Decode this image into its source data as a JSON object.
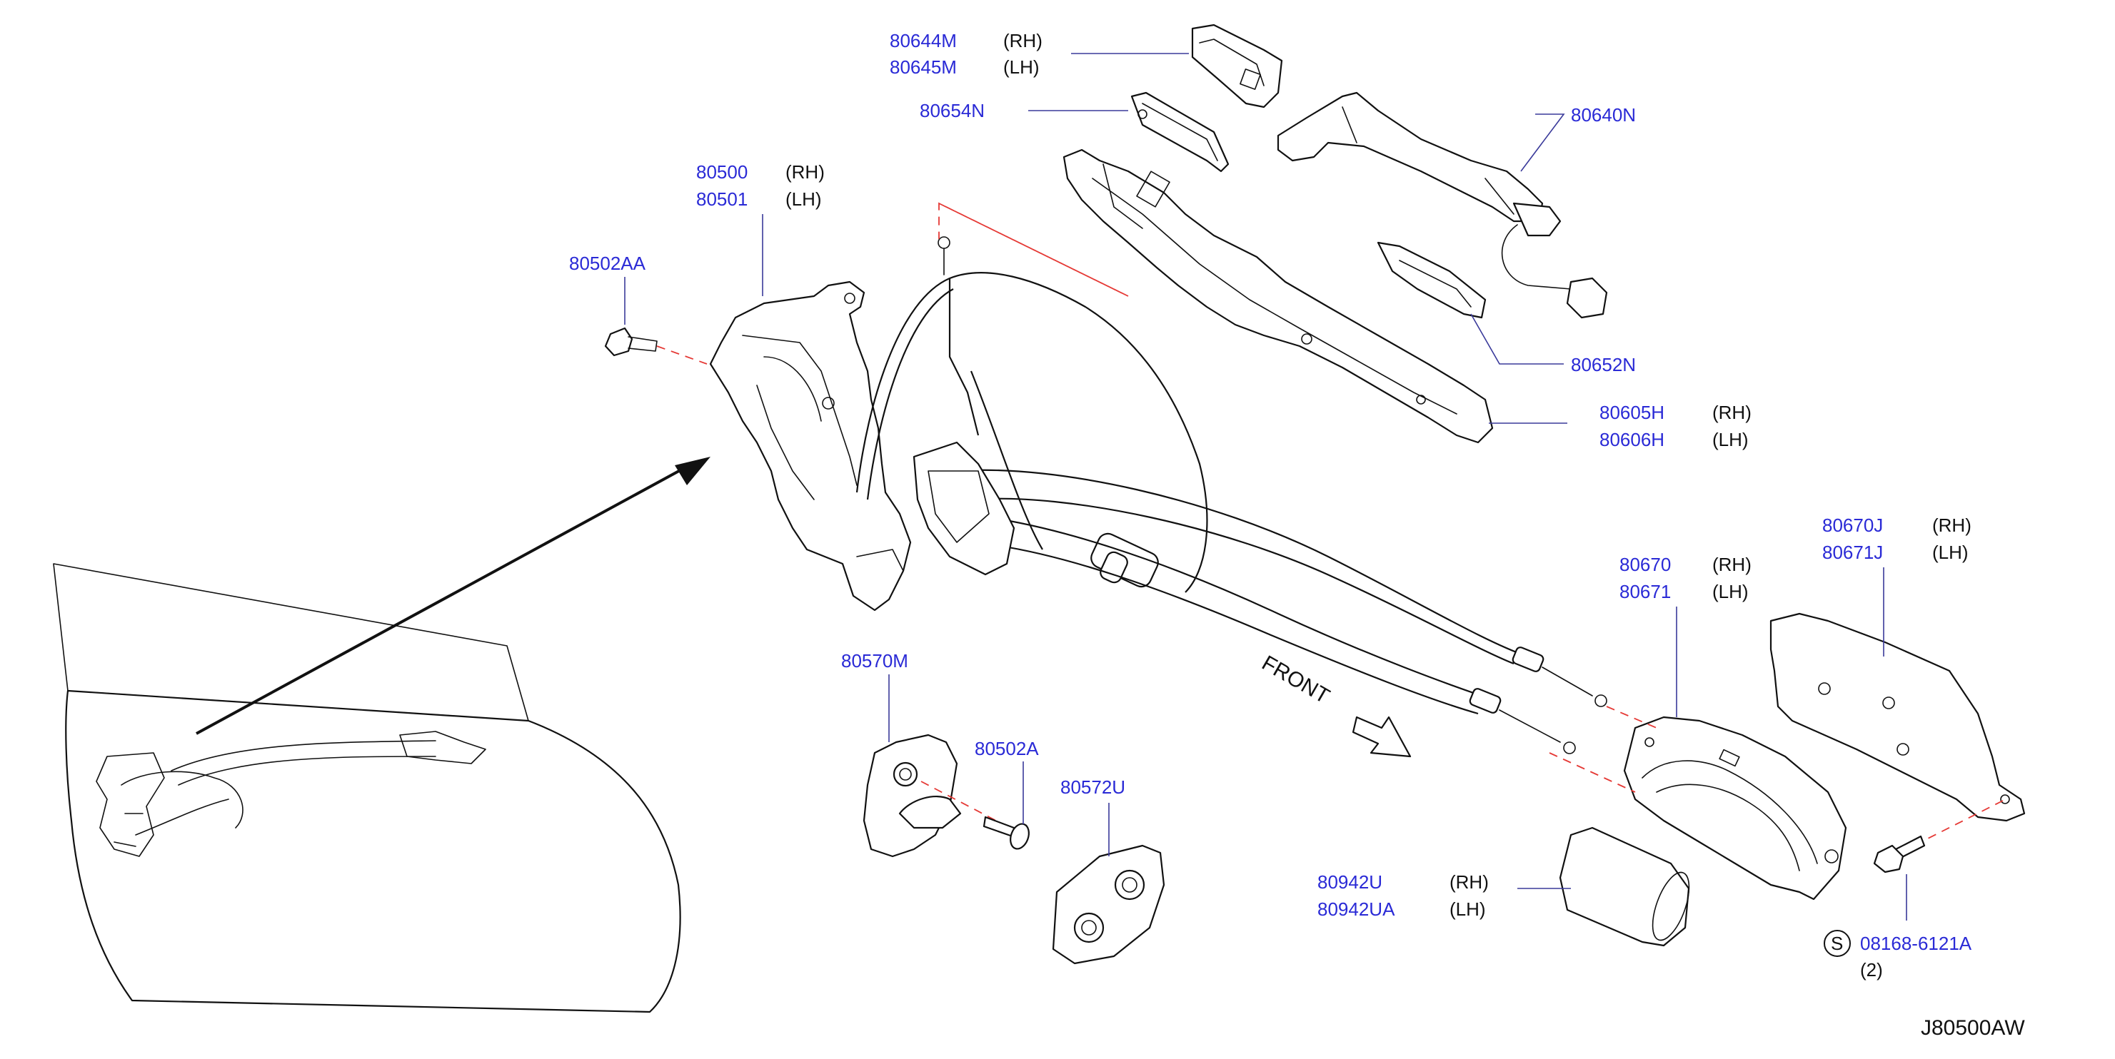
{
  "diagram_id": "J80500AW",
  "front_label": "FRONT",
  "callouts": [
    {
      "id": "c-80644M",
      "codes": [
        "80644M",
        "80645M"
      ],
      "sides": [
        "(RH)",
        "(LH)"
      ]
    },
    {
      "id": "c-80654N",
      "codes": [
        "80654N"
      ],
      "sides": []
    },
    {
      "id": "c-80640N",
      "codes": [
        "80640N"
      ],
      "sides": []
    },
    {
      "id": "c-80500",
      "codes": [
        "80500",
        "80501"
      ],
      "sides": [
        "(RH)",
        "(LH)"
      ]
    },
    {
      "id": "c-80502AA",
      "codes": [
        "80502AA"
      ],
      "sides": []
    },
    {
      "id": "c-80652N",
      "codes": [
        "80652N"
      ],
      "sides": []
    },
    {
      "id": "c-80605H",
      "codes": [
        "80605H",
        "80606H"
      ],
      "sides": [
        "(RH)",
        "(LH)"
      ]
    },
    {
      "id": "c-80670J",
      "codes": [
        "80670J",
        "80671J"
      ],
      "sides": [
        "(RH)",
        "(LH)"
      ]
    },
    {
      "id": "c-80670",
      "codes": [
        "80670",
        "80671"
      ],
      "sides": [
        "(RH)",
        "(LH)"
      ]
    },
    {
      "id": "c-80570M",
      "codes": [
        "80570M"
      ],
      "sides": []
    },
    {
      "id": "c-80502A",
      "codes": [
        "80502A"
      ],
      "sides": []
    },
    {
      "id": "c-80572U",
      "codes": [
        "80572U"
      ],
      "sides": []
    },
    {
      "id": "c-80942U",
      "codes": [
        "80942U",
        "80942UA"
      ],
      "sides": [
        "(RH)",
        "(LH)"
      ]
    }
  ],
  "bolt_callout": {
    "symbol": "S",
    "code": "08168-6121A",
    "qty": "(2)"
  }
}
